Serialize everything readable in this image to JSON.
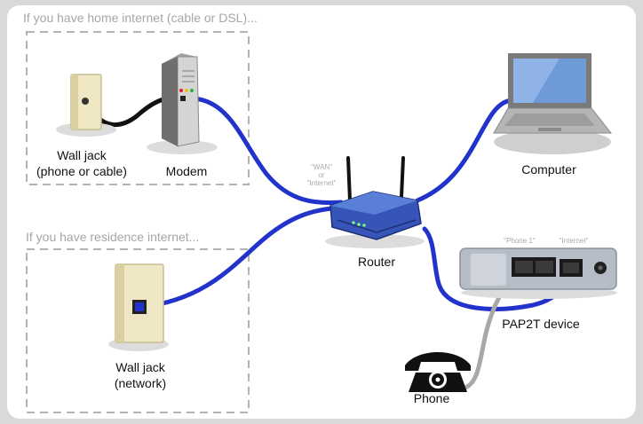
{
  "sections": {
    "home_internet": "If you have home internet (cable or DSL)...",
    "residence_internet": "If you have residence internet..."
  },
  "devices": {
    "wall_jack_phone": {
      "line1": "Wall jack",
      "line2": "(phone or cable)"
    },
    "modem": "Modem",
    "router": "Router",
    "computer": "Computer",
    "pap2t": "PAP2T device",
    "wall_jack_network": {
      "line1": "Wall jack",
      "line2": "(network)"
    },
    "phone": "Phone"
  },
  "port_labels": {
    "router_wan": {
      "line1": "\"WAN\"",
      "line2": "or",
      "line3": "\"Internet\""
    },
    "pap_phone1": "\"Phone 1\"",
    "pap_internet": "\"Internet\""
  },
  "colors": {
    "network_cable": "#2233cc",
    "phone_cable": "#a8a8a8",
    "coax_cable": "#111111",
    "dashed_box": "#b3b3b3"
  }
}
